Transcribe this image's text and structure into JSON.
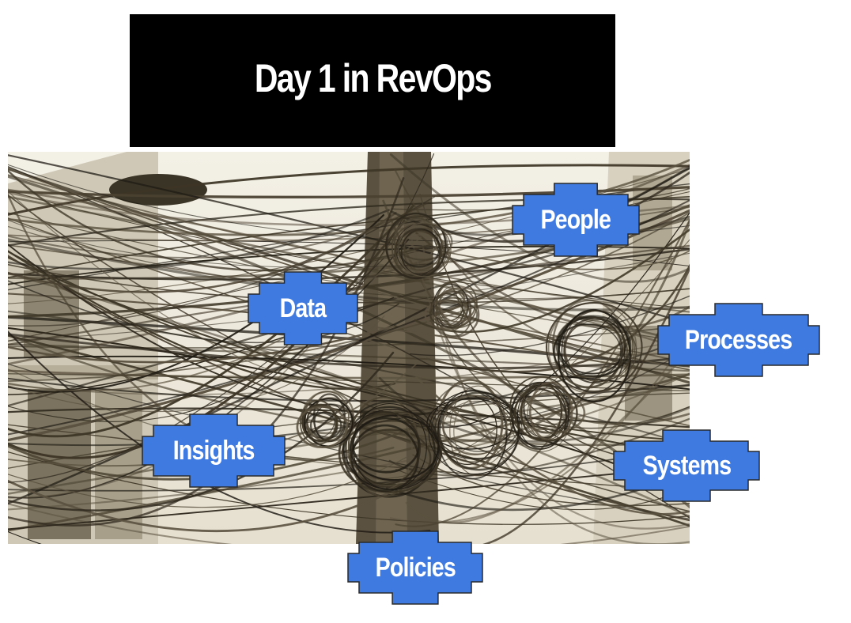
{
  "title": "Day 1 in RevOps",
  "colors": {
    "title_background": "#000000",
    "title_text": "#ffffff",
    "tile_fill": "#3f7ae0",
    "tile_border": "#2a2a2a",
    "tile_text": "#ffffff"
  },
  "photo": {
    "description_icon": "tangled-power-lines-photo"
  },
  "tiles": {
    "people": "People",
    "data": "Data",
    "processes": "Processes",
    "insights": "Insights",
    "systems": "Systems",
    "policies": "Policies"
  }
}
